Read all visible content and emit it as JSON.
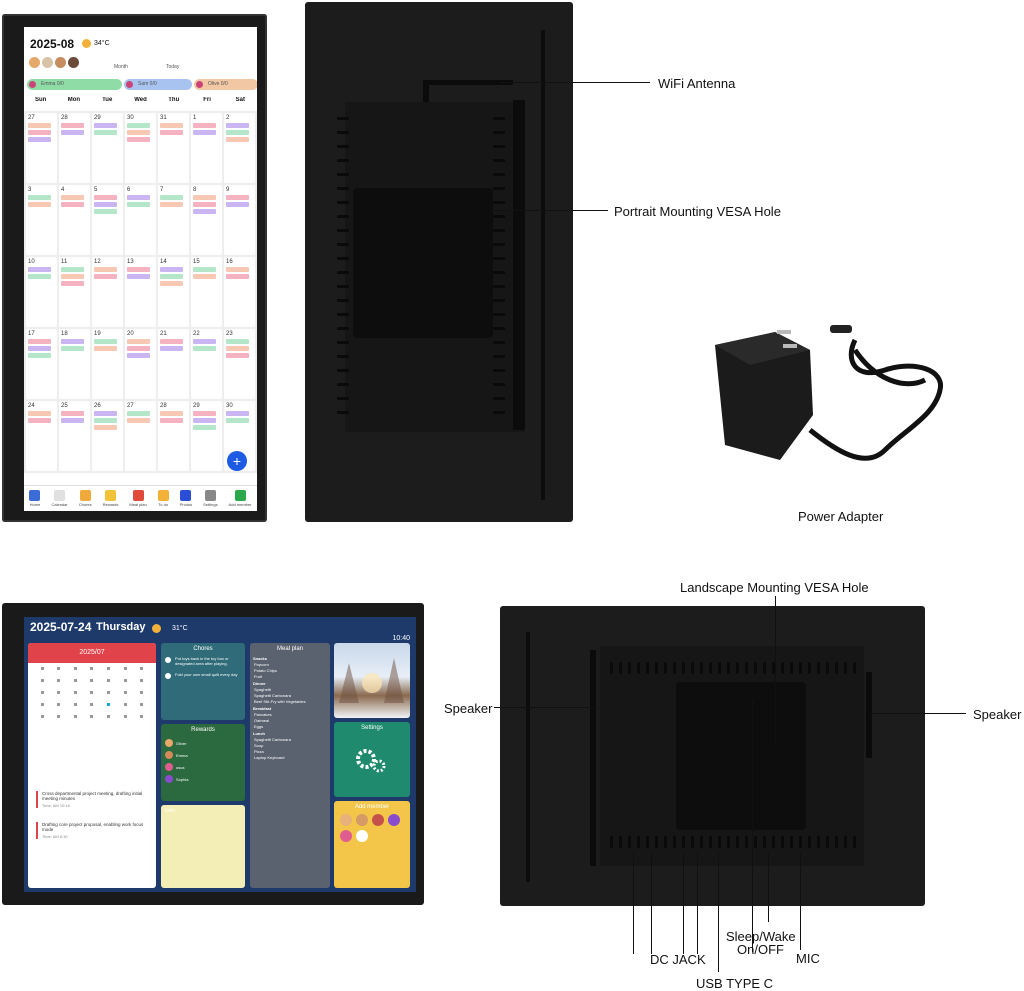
{
  "portrait_screen": {
    "date": "2025-08",
    "temp": "34°C",
    "view": "Month",
    "today": "Today",
    "people": [
      "Emma 0/0",
      "Sam 0/0",
      "Olive 0/0"
    ],
    "weekdays": [
      "Sun",
      "Mon",
      "Tue",
      "Wed",
      "Thu",
      "Fri",
      "Sat"
    ],
    "day_numbers": [
      "27",
      "28",
      "29",
      "30",
      "31",
      "1",
      "2",
      "3",
      "4",
      "5",
      "6",
      "7",
      "8",
      "9",
      "10",
      "11",
      "12",
      "13",
      "14",
      "15",
      "16",
      "17",
      "18",
      "19",
      "20",
      "21",
      "22",
      "23",
      "24",
      "25",
      "26",
      "27",
      "28",
      "29",
      "30"
    ],
    "nav": [
      "Home",
      "Calendar",
      "Chores",
      "Rewards",
      "Meal plan",
      "To do",
      "Photos",
      "Settings",
      "Add member"
    ],
    "fab": "+"
  },
  "landscape_screen": {
    "date": "2025-07-24",
    "day": "Thursday",
    "temp": "31°C",
    "time": "10:40",
    "calendar_month": "2025/07",
    "events": [
      {
        "title": "Cross departmental project meeting, drafting initial meeting minutes",
        "time": "Time: AM 10:15"
      },
      {
        "title": "Drafting core project proposal, enabling work focus mode",
        "time": "Time: AM 8:30"
      }
    ],
    "chores_title": "Chores",
    "chores": [
      "Put toys back in the toy box or designated area after playing.",
      "Fold your own small quilt every day"
    ],
    "rewards_title": "Rewards",
    "rewards": [
      "Oliver",
      "Emma",
      "osca",
      "Sophia"
    ],
    "todo_title": "todo",
    "meal_title": "Meal plan",
    "meal_sections": [
      {
        "name": "Snacks",
        "items": [
          "Popcorn",
          "Potato Chips",
          "Fruit"
        ]
      },
      {
        "name": "Dinner",
        "items": [
          "Spaghetti",
          "Spaghetti Carbonara",
          "Beef Stir-Fry with Vegetables"
        ]
      },
      {
        "name": "Breakfast",
        "items": [
          "Pancakes",
          "Oatmeal",
          "Eggs"
        ]
      },
      {
        "name": "Lunch",
        "items": [
          "Spaghetti Carbonara",
          "Soup",
          "Pizza",
          "Laptop Keyboard"
        ]
      }
    ],
    "settings_title": "Settings",
    "add_member_title": "Add member"
  },
  "callouts": {
    "wifi": "WiFi Antenna",
    "portrait_vesa": "Portrait Mounting VESA Hole",
    "adapter": "Power Adapter",
    "landscape_vesa": "Landscape Mounting VESA Hole",
    "speaker_left": "Speaker",
    "speaker_right": "Speaker",
    "dc": "DC JACK",
    "usb": "USB TYPE C",
    "sleep": "Sleep/Wake",
    "onoff": "On/OFF",
    "mic": "MIC"
  },
  "colors": {
    "bezel": "#1a1a1a",
    "back_panel": "#1c1c1c",
    "landscape_bg": "#1d3a6b",
    "chores_card": "#2f6b78",
    "rewards_card": "#2b6a3e",
    "todo_card": "#f3eeb6",
    "settings_card": "#1f8a6e",
    "add_member_card": "#f3c64a",
    "calendar_red": "#e0434a",
    "accent_blue": "#1e5be3"
  }
}
